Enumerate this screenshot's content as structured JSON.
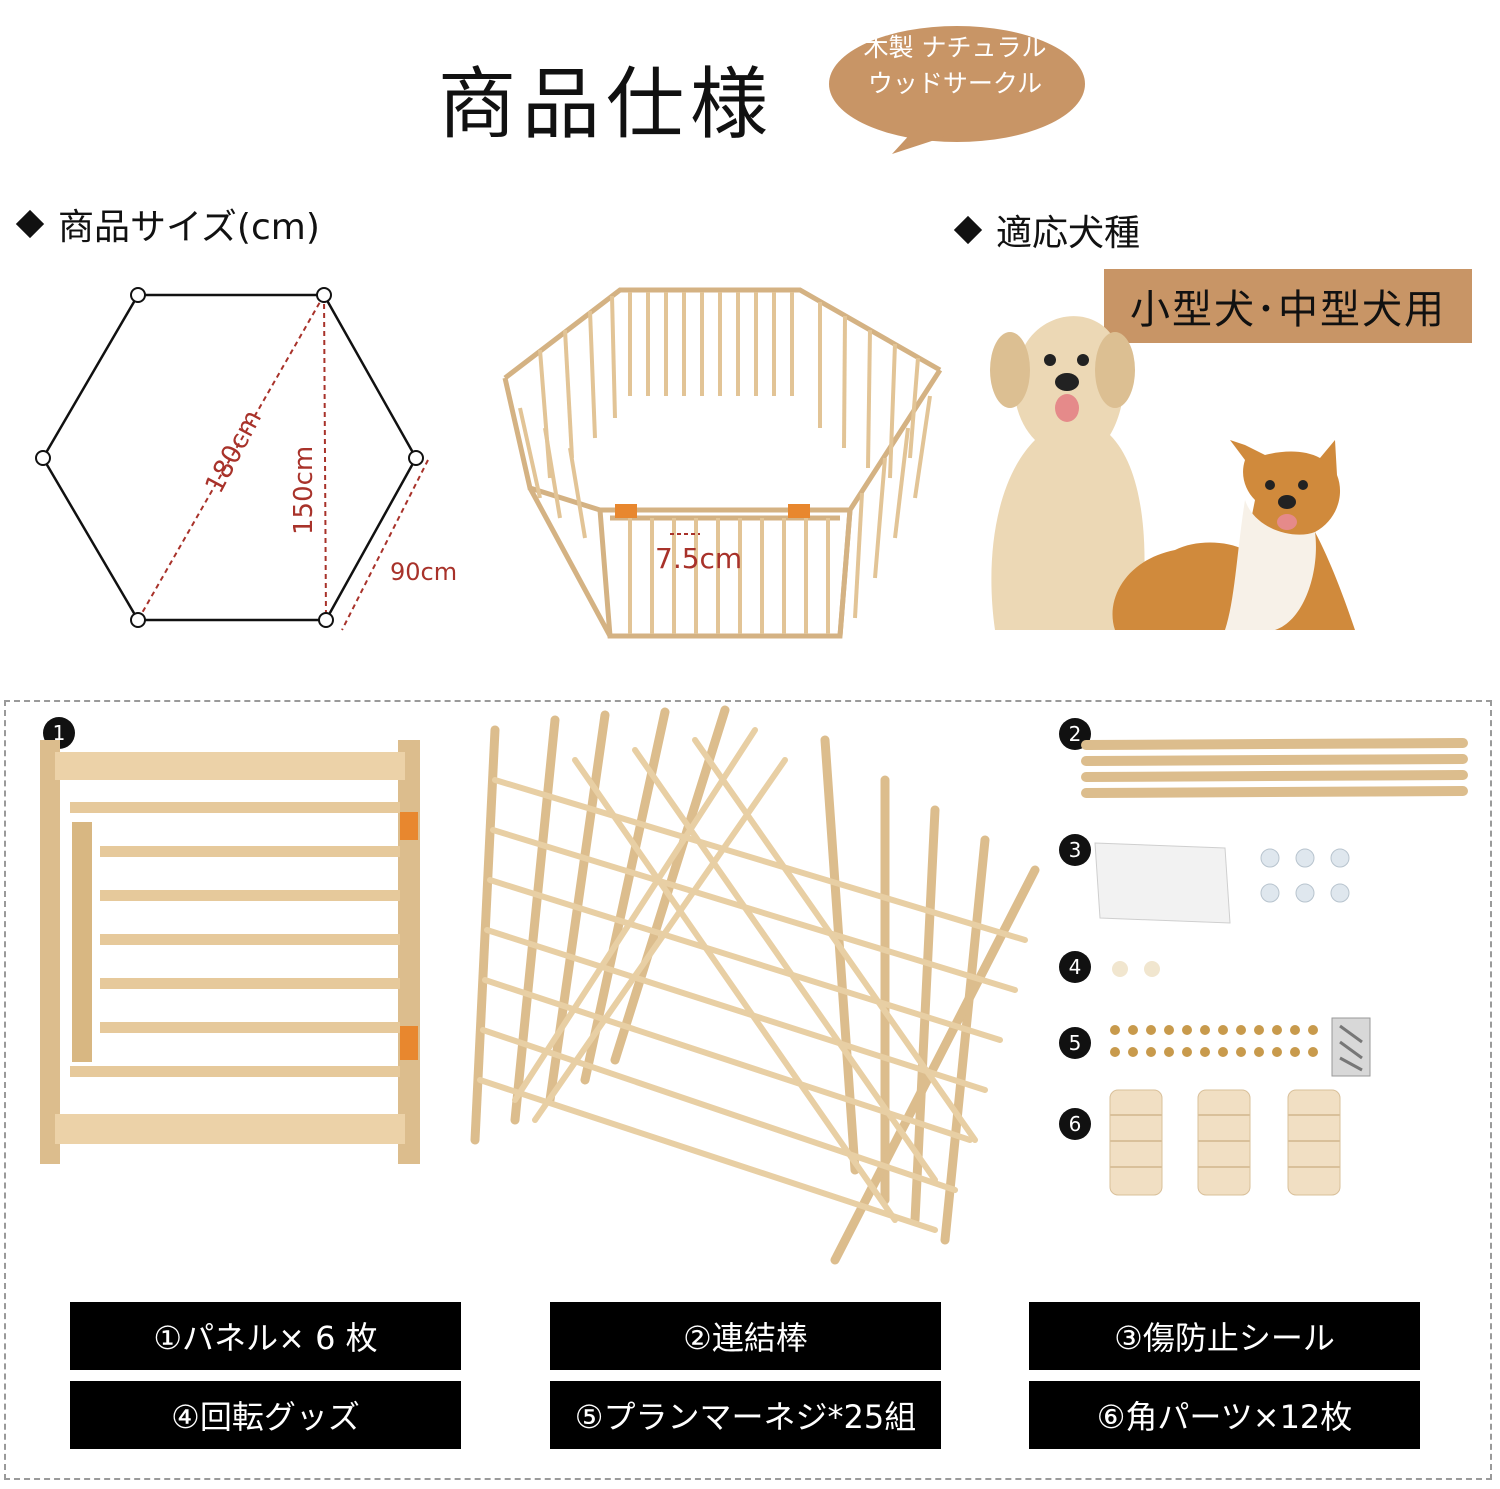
{
  "header": {
    "title": "商品仕様",
    "bubble_line1": "木製 ナチュラル",
    "bubble_line2": "ウッドサークル"
  },
  "size_section": {
    "heading": "商品サイズ(cm)",
    "diagonal": "180cm",
    "height": "150cm",
    "side": "90cm",
    "gap": "7.5cm"
  },
  "breed_section": {
    "heading": "適応犬種",
    "tag": "小型犬･中型犬用"
  },
  "parts": {
    "badges": [
      "1",
      "2",
      "3",
      "4",
      "5",
      "6"
    ],
    "labels": [
      "①パネル× 6 枚",
      "②連結棒",
      "③傷防止シール",
      "④回転グッズ",
      "⑤プランマーネジ*25組",
      "⑥角パーツ×12枚"
    ]
  },
  "colors": {
    "accent": "#c89566",
    "wood": "#e9cfa6",
    "wood_dark": "#d4b283",
    "dimension_line": "#a8322a"
  }
}
